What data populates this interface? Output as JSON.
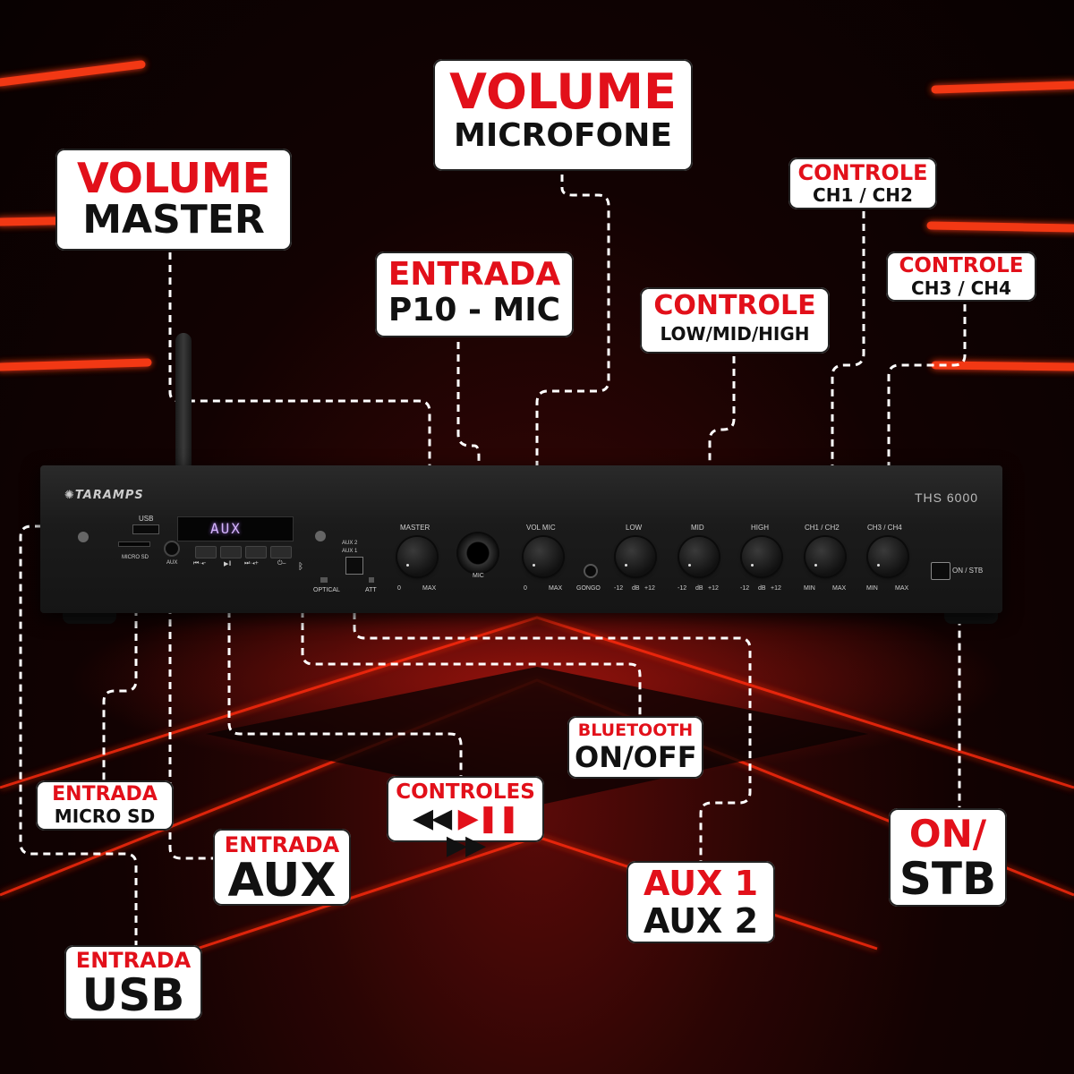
{
  "colors": {
    "accent_red": "#e2101a",
    "text_black": "#111111",
    "callout_bg": "#ffffff",
    "panel": "#1b1b1b",
    "display_text": "#d6b4ff"
  },
  "device": {
    "brand": "TARAMPS",
    "model": "THS 6000",
    "display_text": "AUX",
    "panel_labels": {
      "usb": "USB",
      "micro_sd": "MICRO SD",
      "aux_short": "AUX",
      "optical": "OPTICAL",
      "aux2": "AUX 2",
      "aux1": "AUX 1",
      "att": "ATT",
      "master": "MASTER",
      "mic": "MIC",
      "vol_mic": "VOL MIC",
      "gongo": "GONGO",
      "low": "LOW",
      "mid": "MID",
      "high": "HIGH",
      "ch1_ch2": "CH1 / CH2",
      "ch3_ch4": "CH3 / CH4",
      "on_stb": "ON / STB",
      "zero": "0",
      "max": "MAX",
      "min": "MIN",
      "minus12": "-12",
      "db": "dB",
      "plus12": "+12",
      "ctrl_prev": "⏮·◂-",
      "ctrl_play": "▶‖",
      "ctrl_next": "⏭·◂+",
      "ctrl_power": "⏻–"
    }
  },
  "callouts": {
    "volume_master": {
      "line1": "VOLUME",
      "line2": "MASTER"
    },
    "volume_microfone": {
      "line1": "VOLUME",
      "line2": "MICROFONE"
    },
    "entrada_p10": {
      "line1": "ENTRADA",
      "line2": "P10 - MIC"
    },
    "controle_eq": {
      "line1": "CONTROLE",
      "line2": "LOW/MID/HIGH"
    },
    "controle_ch12": {
      "line1": "CONTROLE",
      "line2": "CH1 / CH2"
    },
    "controle_ch34": {
      "line1": "CONTROLE",
      "line2": "CH3 / CH4"
    },
    "bluetooth": {
      "line1": "BLUETOOTH",
      "line2": "ON/OFF"
    },
    "controles": {
      "line1": "CONTROLES",
      "icons": [
        "rewind-icon",
        "play-pause-icon",
        "fast-forward-icon"
      ]
    },
    "entrada_micro_sd": {
      "line1": "ENTRADA",
      "line2": "MICRO SD"
    },
    "entrada_aux": {
      "line1": "ENTRADA",
      "line2": "AUX"
    },
    "aux12": {
      "line1": "AUX 1",
      "line2": "AUX 2"
    },
    "on_stb": {
      "line1": "ON/",
      "line2": "STB"
    },
    "entrada_usb": {
      "line1": "ENTRADA",
      "line2": "USB"
    }
  }
}
